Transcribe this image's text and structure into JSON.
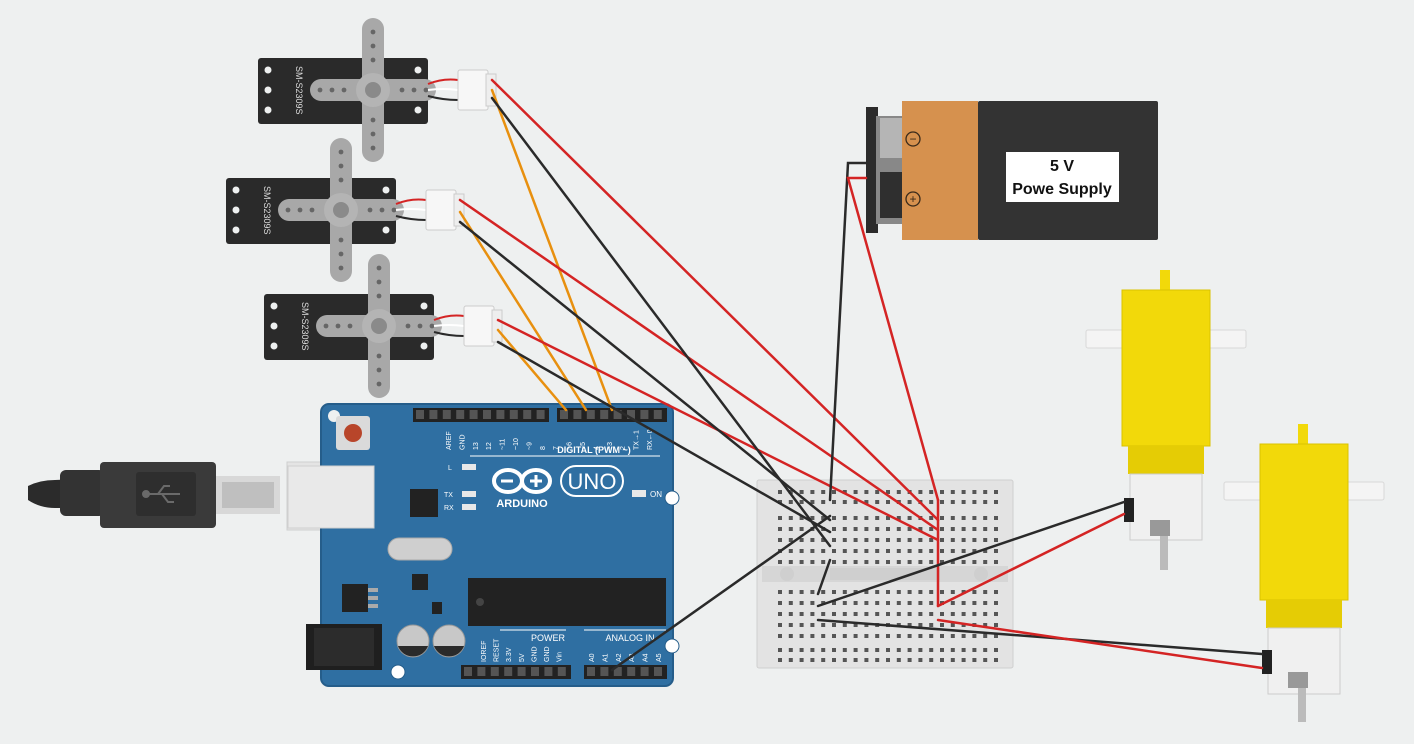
{
  "servos": [
    {
      "label": "SM-S2309S"
    },
    {
      "label": "SM-S2309S"
    },
    {
      "label": "SM-S2309S"
    }
  ],
  "power_supply": {
    "line1": "5 V",
    "line2": "Powe Supply",
    "minus": "−",
    "plus": "+",
    "body_color": "#d6914e",
    "cap_color": "#333333"
  },
  "arduino": {
    "logo": "ARDUINO",
    "model": "UNO",
    "digital_label": "DIGITAL (PWM ~)",
    "power_label": "POWER",
    "analog_label": "ANALOG IN",
    "on_label": "ON",
    "led_labels": [
      "L",
      "TX",
      "RX"
    ],
    "top_pins": [
      "AREF",
      "GND",
      "13",
      "12",
      "~11",
      "~10",
      "~9",
      "8",
      "7",
      "~6",
      "~5",
      "4",
      "~3",
      "2",
      "TX→1",
      "RX←0"
    ],
    "power_pins": [
      "IOREF",
      "RESET",
      "3.3V",
      "5V",
      "GND",
      "GND",
      "Vin"
    ],
    "analog_pins": [
      "A0",
      "A1",
      "A2",
      "A3",
      "A4",
      "A5"
    ],
    "board_color": "#2f6fa2"
  },
  "wire_colors": {
    "power": "#d42424",
    "ground": "#2a2a2a",
    "signal": "#e8900f"
  },
  "motors": [
    {
      "color": "#f2d90a"
    },
    {
      "color": "#f2d90a"
    }
  ]
}
